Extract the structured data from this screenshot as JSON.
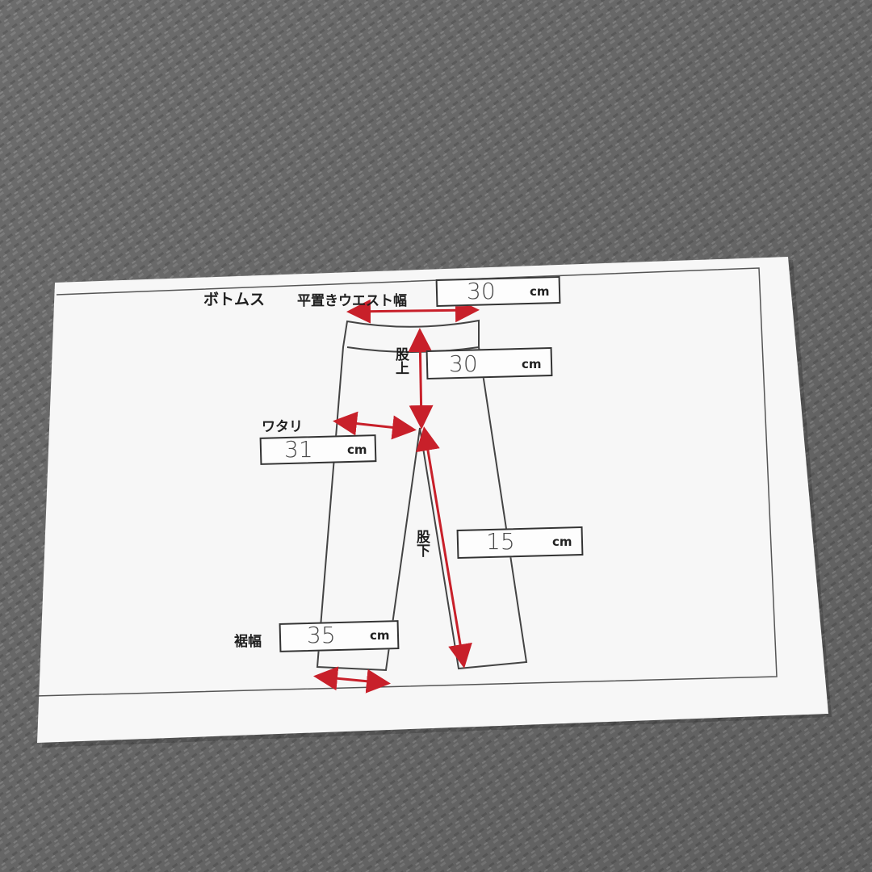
{
  "card": {
    "category": "ボトムス",
    "fields": {
      "waist": {
        "label": "平置きウエスト幅",
        "value": "30",
        "unit": "cm"
      },
      "rise": {
        "label": "股上",
        "value": "30",
        "unit": "cm"
      },
      "thigh": {
        "label": "ワタリ",
        "value": "31",
        "unit": "cm"
      },
      "inseam": {
        "label": "股下",
        "value": "15",
        "unit": "cm"
      },
      "hem": {
        "label": "裾幅",
        "value": "35",
        "unit": "cm"
      }
    }
  },
  "colors": {
    "fabric": "#6f6f6f",
    "paper": "#f7f7f7",
    "arrow": "#c8202a",
    "ink": "#1f1f1f",
    "handwriting": "#4a4a4a"
  }
}
